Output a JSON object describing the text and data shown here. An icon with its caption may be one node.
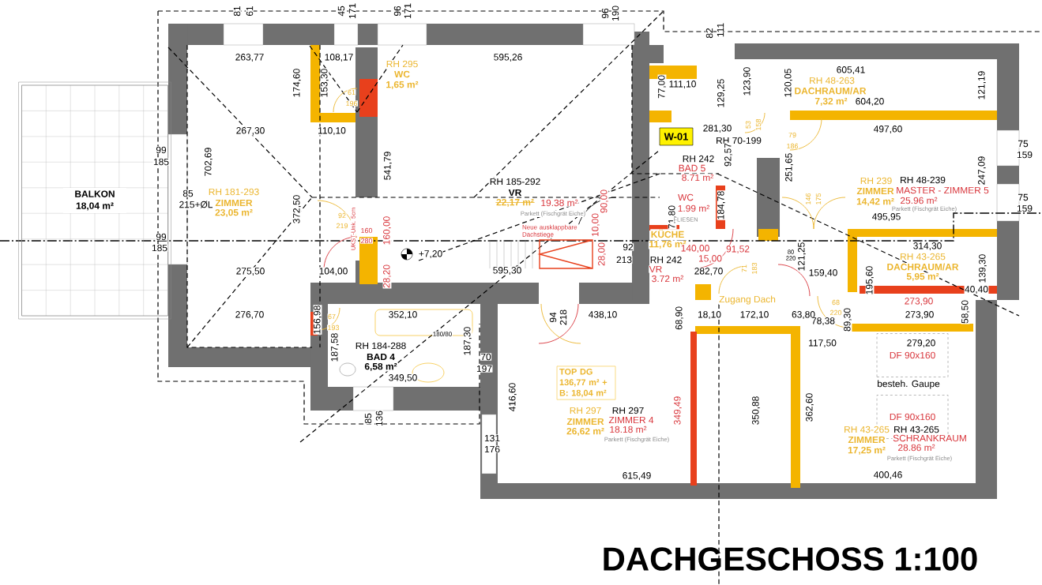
{
  "diagram": {
    "title": "DACHGESCHOSS 1:100",
    "nodes": [
      {
        "text": [
          "BALKON",
          "18,04 m²"
        ]
      },
      {
        "text": [
          "W-01"
        ]
      },
      {
        "text": [
          "TOP DG",
          "136,77 m² + B: 18,04 m²"
        ]
      },
      {
        "text": [
          "DF 90x160"
        ]
      },
      {
        "text": [
          "DF 90x160"
        ]
      }
    ],
    "labels": [
      "81",
      "61",
      "45",
      "171",
      "96",
      "171",
      "96",
      "190",
      "82",
      "111",
      "263,77",
      "108,17",
      "174,60",
      "153,30",
      "RH 295",
      "WC",
      "1,65 m²",
      "61",
      "196",
      "595,26",
      "111,10",
      "77,00",
      "129,25",
      "605,41",
      "RH 48-263",
      "DACHRAUM/AR",
      "7,32 m²",
      "604,20",
      "123,90",
      "120,05",
      "121,19",
      "53",
      "158",
      "267,30",
      "110,10",
      "541,79",
      "281,30",
      "497,60",
      "RH 70-199",
      "79",
      "186",
      "75",
      "159",
      "99",
      "185",
      "702,69",
      "RH 242",
      "BAD 5",
      "8.71 m²",
      "92,57",
      "251,65",
      "247,09",
      "RH 181-293",
      "ZIMMER",
      "23,05 m²",
      "85",
      "215+ØL",
      "RH 185-292",
      "VR",
      "22,17 m²",
      "19.38 m²",
      "Parkett (Fischgrät Eiche)",
      "90,00",
      "WC",
      "1.99 m²",
      "184,78",
      "RH 239",
      "ZIMMER",
      "14,42 m²",
      "RH 48-239",
      "MASTER - ZIMMER 5",
      "25.96 m²",
      "Parkett (Fischgrät Eiche)",
      "146",
      "175",
      "75",
      "159",
      "372,50",
      "92",
      "219",
      "UKST-Unk. 5cm",
      "160",
      "280",
      "160,00",
      "Neue ausklappbare Dachstiege",
      "10,00",
      "71,80",
      "FLIESEN",
      "495,95",
      "99",
      "185",
      "KÜCHE",
      "11,76 m²",
      "140,00",
      "91,52",
      "314,30",
      "80",
      "220",
      "+7,20",
      "28,00",
      "92",
      "213",
      "RH 242",
      "15,00",
      "121,25",
      "RH 43-265",
      "DACHRAUM/AR",
      "5,95 m²",
      "275,50",
      "104,00",
      "28,20",
      "595,30",
      "VR",
      "3.72 m²",
      "282,70",
      "71",
      "183",
      "159,40",
      "195,60",
      "139,30",
      "40,40",
      "Zugang Dach",
      "68",
      "273,90",
      "220",
      "273,90",
      "58,50",
      "276,70",
      "156,98",
      "67",
      "193",
      "352,10",
      "94",
      "218",
      "438,10",
      "68,90",
      "18,10",
      "172,10",
      "63,80",
      "78,38",
      "89,30",
      "187,58",
      "180/80",
      "RH 184-288",
      "BAD 4",
      "6,58 m²",
      "187,30",
      "70",
      "197",
      "117,50",
      "279,20",
      "besteh. Gaupe",
      "349,50",
      "416,60",
      "349,49",
      "350,88",
      "362,60",
      "RH 297",
      "ZIMMER",
      "26,62 m²",
      "RH 297",
      "ZIMMER 4",
      "18.18 m²",
      "Parkett (Fischgrät Eiche)",
      "85",
      "136",
      "RH 43-265",
      "ZIMMER",
      "17,25 m²",
      "RH 43-265",
      "SCHRANKRAUM",
      "28.86 m²",
      "Parkett (Fischgrät Eiche)",
      "131",
      "176",
      "615,49",
      "400,46"
    ]
  }
}
